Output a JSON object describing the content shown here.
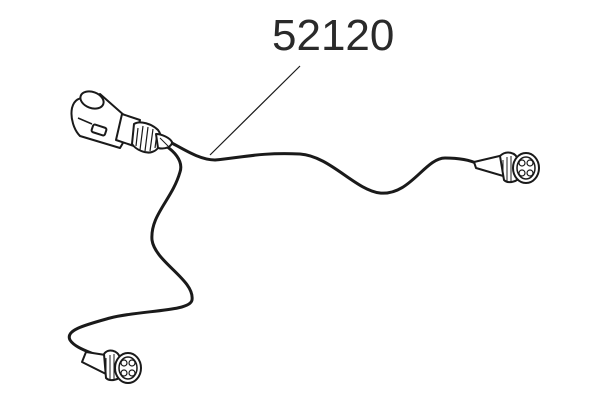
{
  "diagram": {
    "part_number": "52120",
    "components": [
      {
        "name": "main-plug-connector",
        "description": "13-pin plug with threaded collar"
      },
      {
        "name": "lamp-connector-right",
        "description": "round socket connector with four contacts"
      },
      {
        "name": "lamp-connector-left",
        "description": "round socket connector with four contacts"
      },
      {
        "name": "cable-harness",
        "description": "split cable from plug to two lamp connectors"
      }
    ],
    "colors": {
      "line": "#1a1a1a",
      "background": "#ffffff",
      "label": "#2a2a2a"
    }
  }
}
